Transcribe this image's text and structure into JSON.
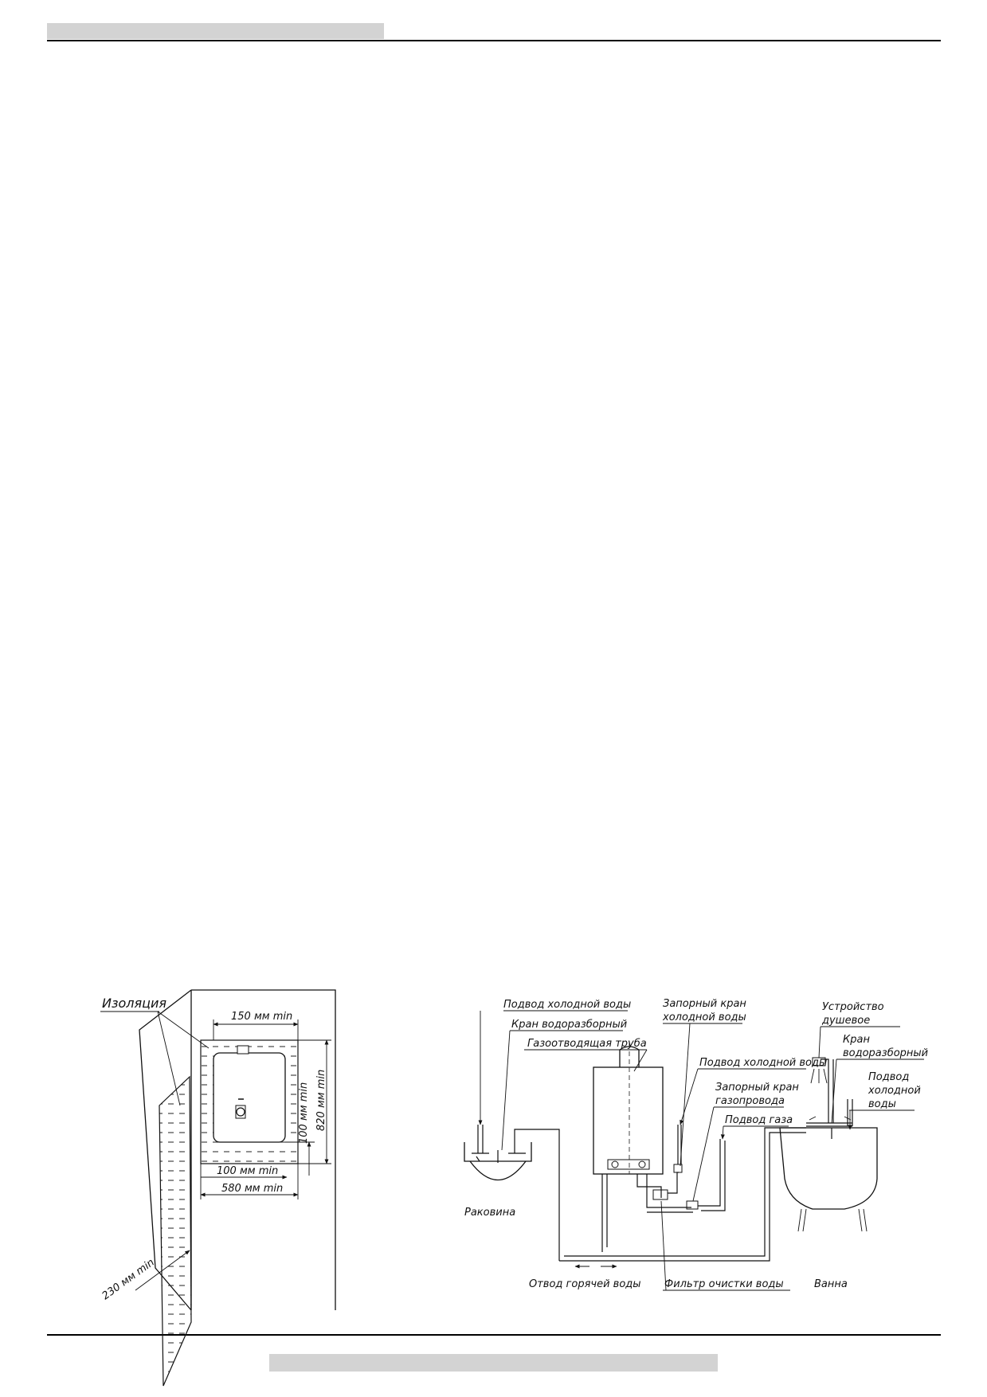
{
  "install_diagram": {
    "insulation": "Изоляция",
    "dim_top": "150 мм min",
    "dim_side_inner": "100 мм min",
    "dim_height": "820 мм min",
    "dim_bottom_inner": "100 мм min",
    "dim_bottom_total": "580 мм min",
    "dim_side_wall": "230 мм min"
  },
  "plumbing_diagram": {
    "cold_water_supply_1": "Подвод холодной воды",
    "tap_1": "Кран водоразборный",
    "flue_pipe": "Газоотводящая труба",
    "cold_shutoff_line1": "Запорный кран",
    "cold_shutoff_line2": "холодной воды",
    "cold_water_supply_2": "Подвод холодной воды",
    "gas_shutoff_line1": "Запорный кран",
    "gas_shutoff_line2": "газопровода",
    "gas_supply": "Подвод газа",
    "shower_line1": "Устройство",
    "shower_line2": "душевое",
    "tap_2_line1": "Кран",
    "tap_2_line2": "водоразборный",
    "cold_supply_3_line1": "Подвод",
    "cold_supply_3_line2": "холодной",
    "cold_supply_3_line3": "воды",
    "sink": "Раковина",
    "hot_water_outlet": "Отвод горячей воды",
    "water_filter": "Фильтр очистки воды",
    "bath": "Ванна"
  }
}
